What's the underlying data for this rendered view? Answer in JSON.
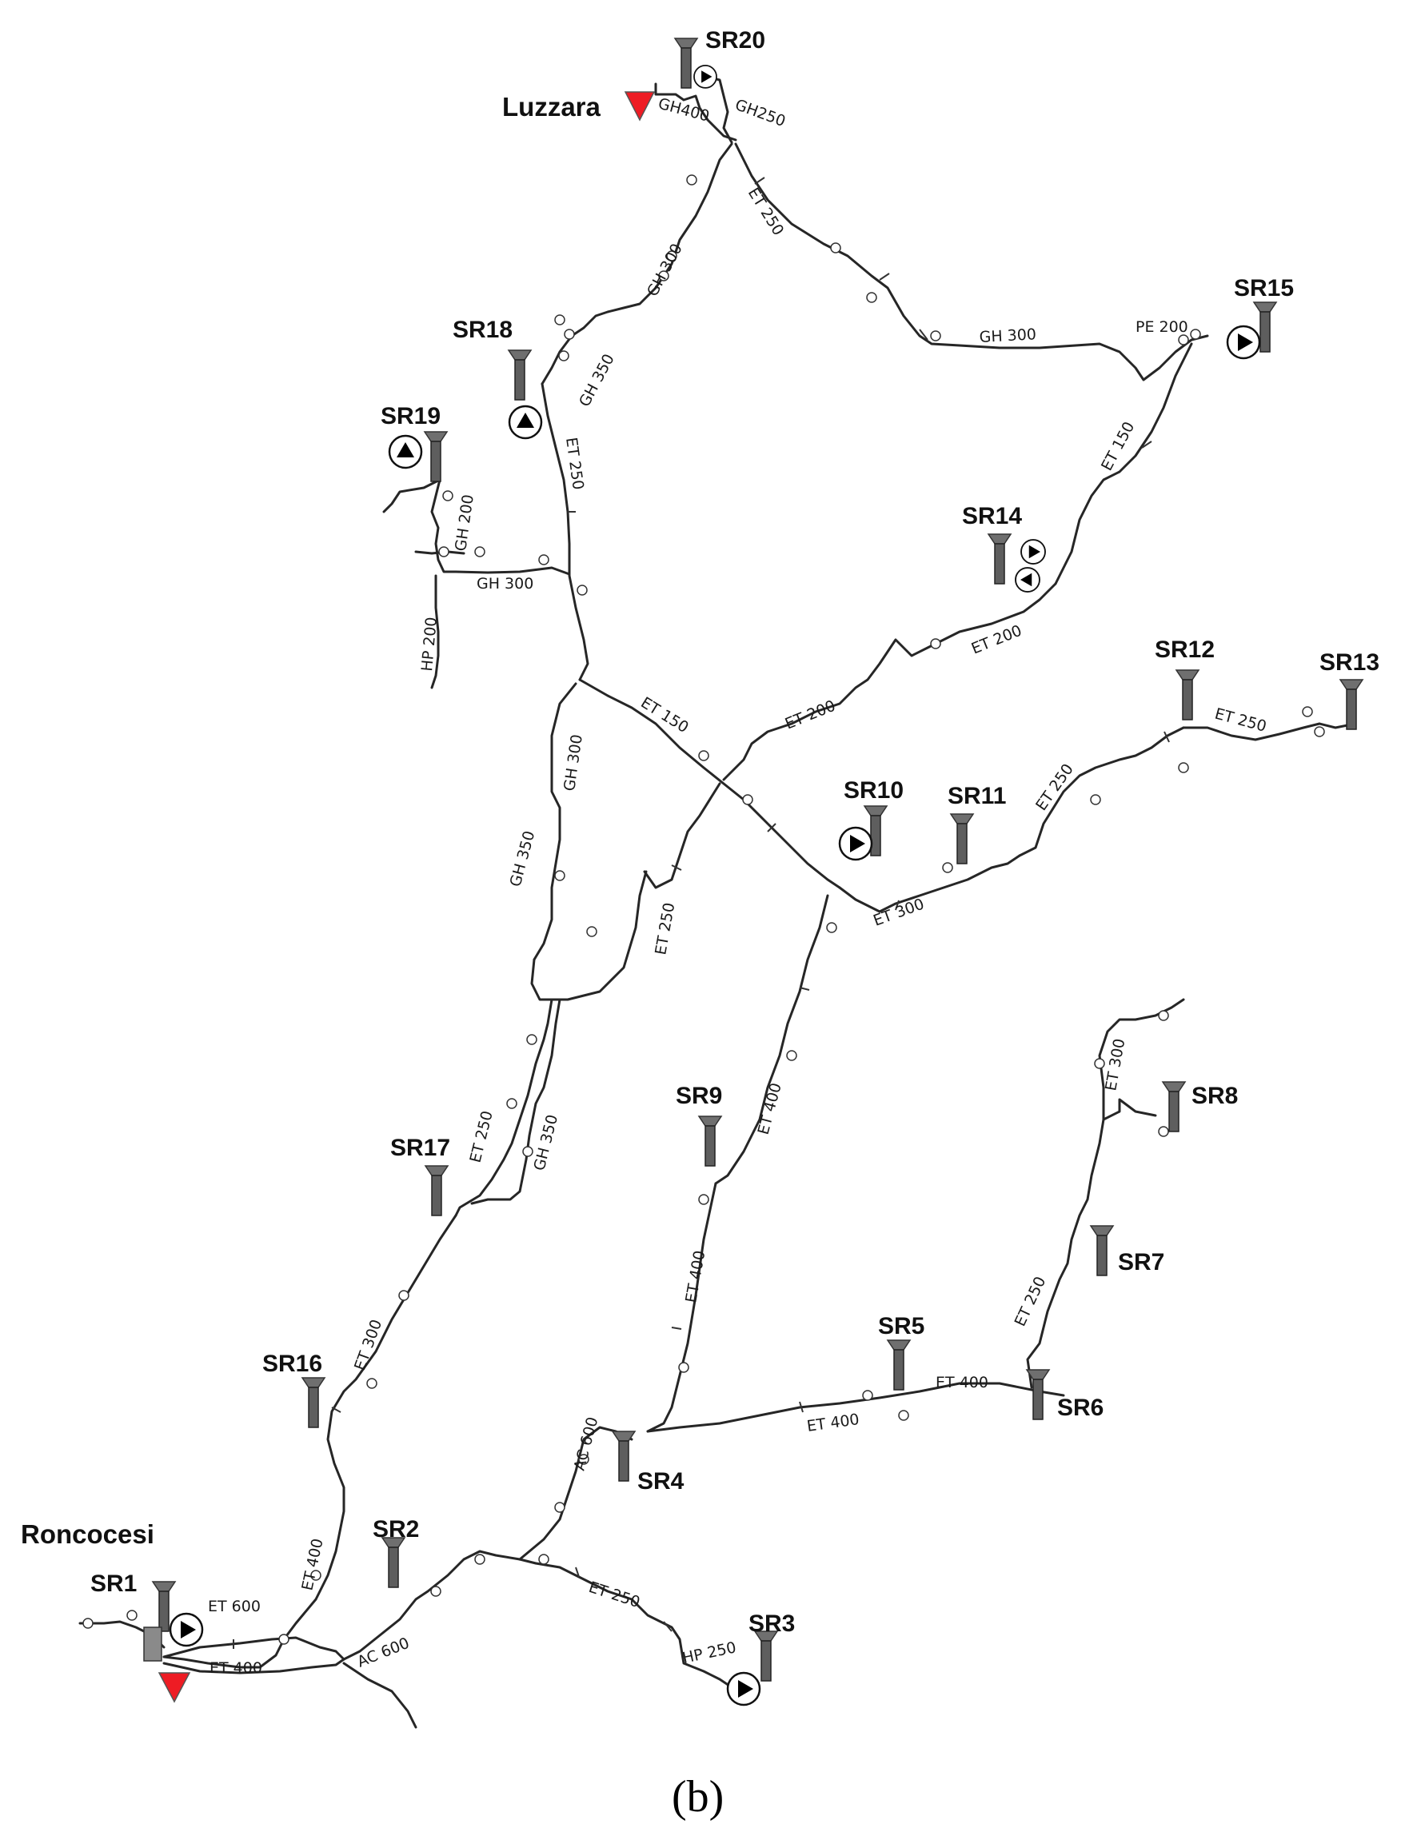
{
  "places": {
    "luzzara": "Luzzara",
    "roncocesi": "Roncocesi"
  },
  "stations": {
    "sr1": "SR1",
    "sr2": "SR2",
    "sr3": "SR3",
    "sr4": "SR4",
    "sr5": "SR5",
    "sr6": "SR6",
    "sr7": "SR7",
    "sr8": "SR8",
    "sr9": "SR9",
    "sr10": "SR10",
    "sr11": "SR11",
    "sr12": "SR12",
    "sr13": "SR13",
    "sr14": "SR14",
    "sr15": "SR15",
    "sr16": "SR16",
    "sr17": "SR17",
    "sr18": "SR18",
    "sr19": "SR19",
    "sr20": "SR20"
  },
  "pipes": {
    "gh250_top": "GH250",
    "gh400_top": "GH400",
    "et250_north": "ET 250",
    "gh300_west": "GH 300",
    "gh350_sr18": "GH 350",
    "gh300_north": "GH 300",
    "pe200": "PE 200",
    "et150_east": "ET 150",
    "et250_sr18": "ET 250",
    "gh200": "GH 200",
    "gh300_sr19": "GH 300",
    "hp200": "HP 200",
    "et200_a": "ET 200",
    "et200_b": "ET 200",
    "et150_mid": "ET 150",
    "gh300_mid": "GH 300",
    "et250_sr12": "ET 250",
    "et250_sr11": "ET 250",
    "et300_sr10": "ET 300",
    "gh350_mid": "GH 350",
    "et250_mid": "ET 250",
    "et250_sr17": "ET 250",
    "gh350_sr17": "GH 350",
    "et400_sr9": "ET 400",
    "et400_sr4": "ET 400",
    "et300_sr8": "ET 300",
    "et250_sr7": "ET 250",
    "et400_sr5": "ET 400",
    "et400_sr6": "ET 400",
    "ac600_sr4": "AC 600",
    "et300_sr16": "ET 300",
    "et400_sr16": "ET 400",
    "et600": "ET 600",
    "et400_sr1": "ET 400",
    "ac600_sr2": "AC 600",
    "et250_sr3": "ET 250",
    "hp250": "HP 250"
  },
  "caption": "(b)",
  "colors": {
    "reservoir": "#ee1c24",
    "pipe": "#262626",
    "tank": "#6f6f6f"
  },
  "legend_icons": [
    "tank-icon",
    "pump-icon",
    "reservoir-icon",
    "valve-icon"
  ]
}
